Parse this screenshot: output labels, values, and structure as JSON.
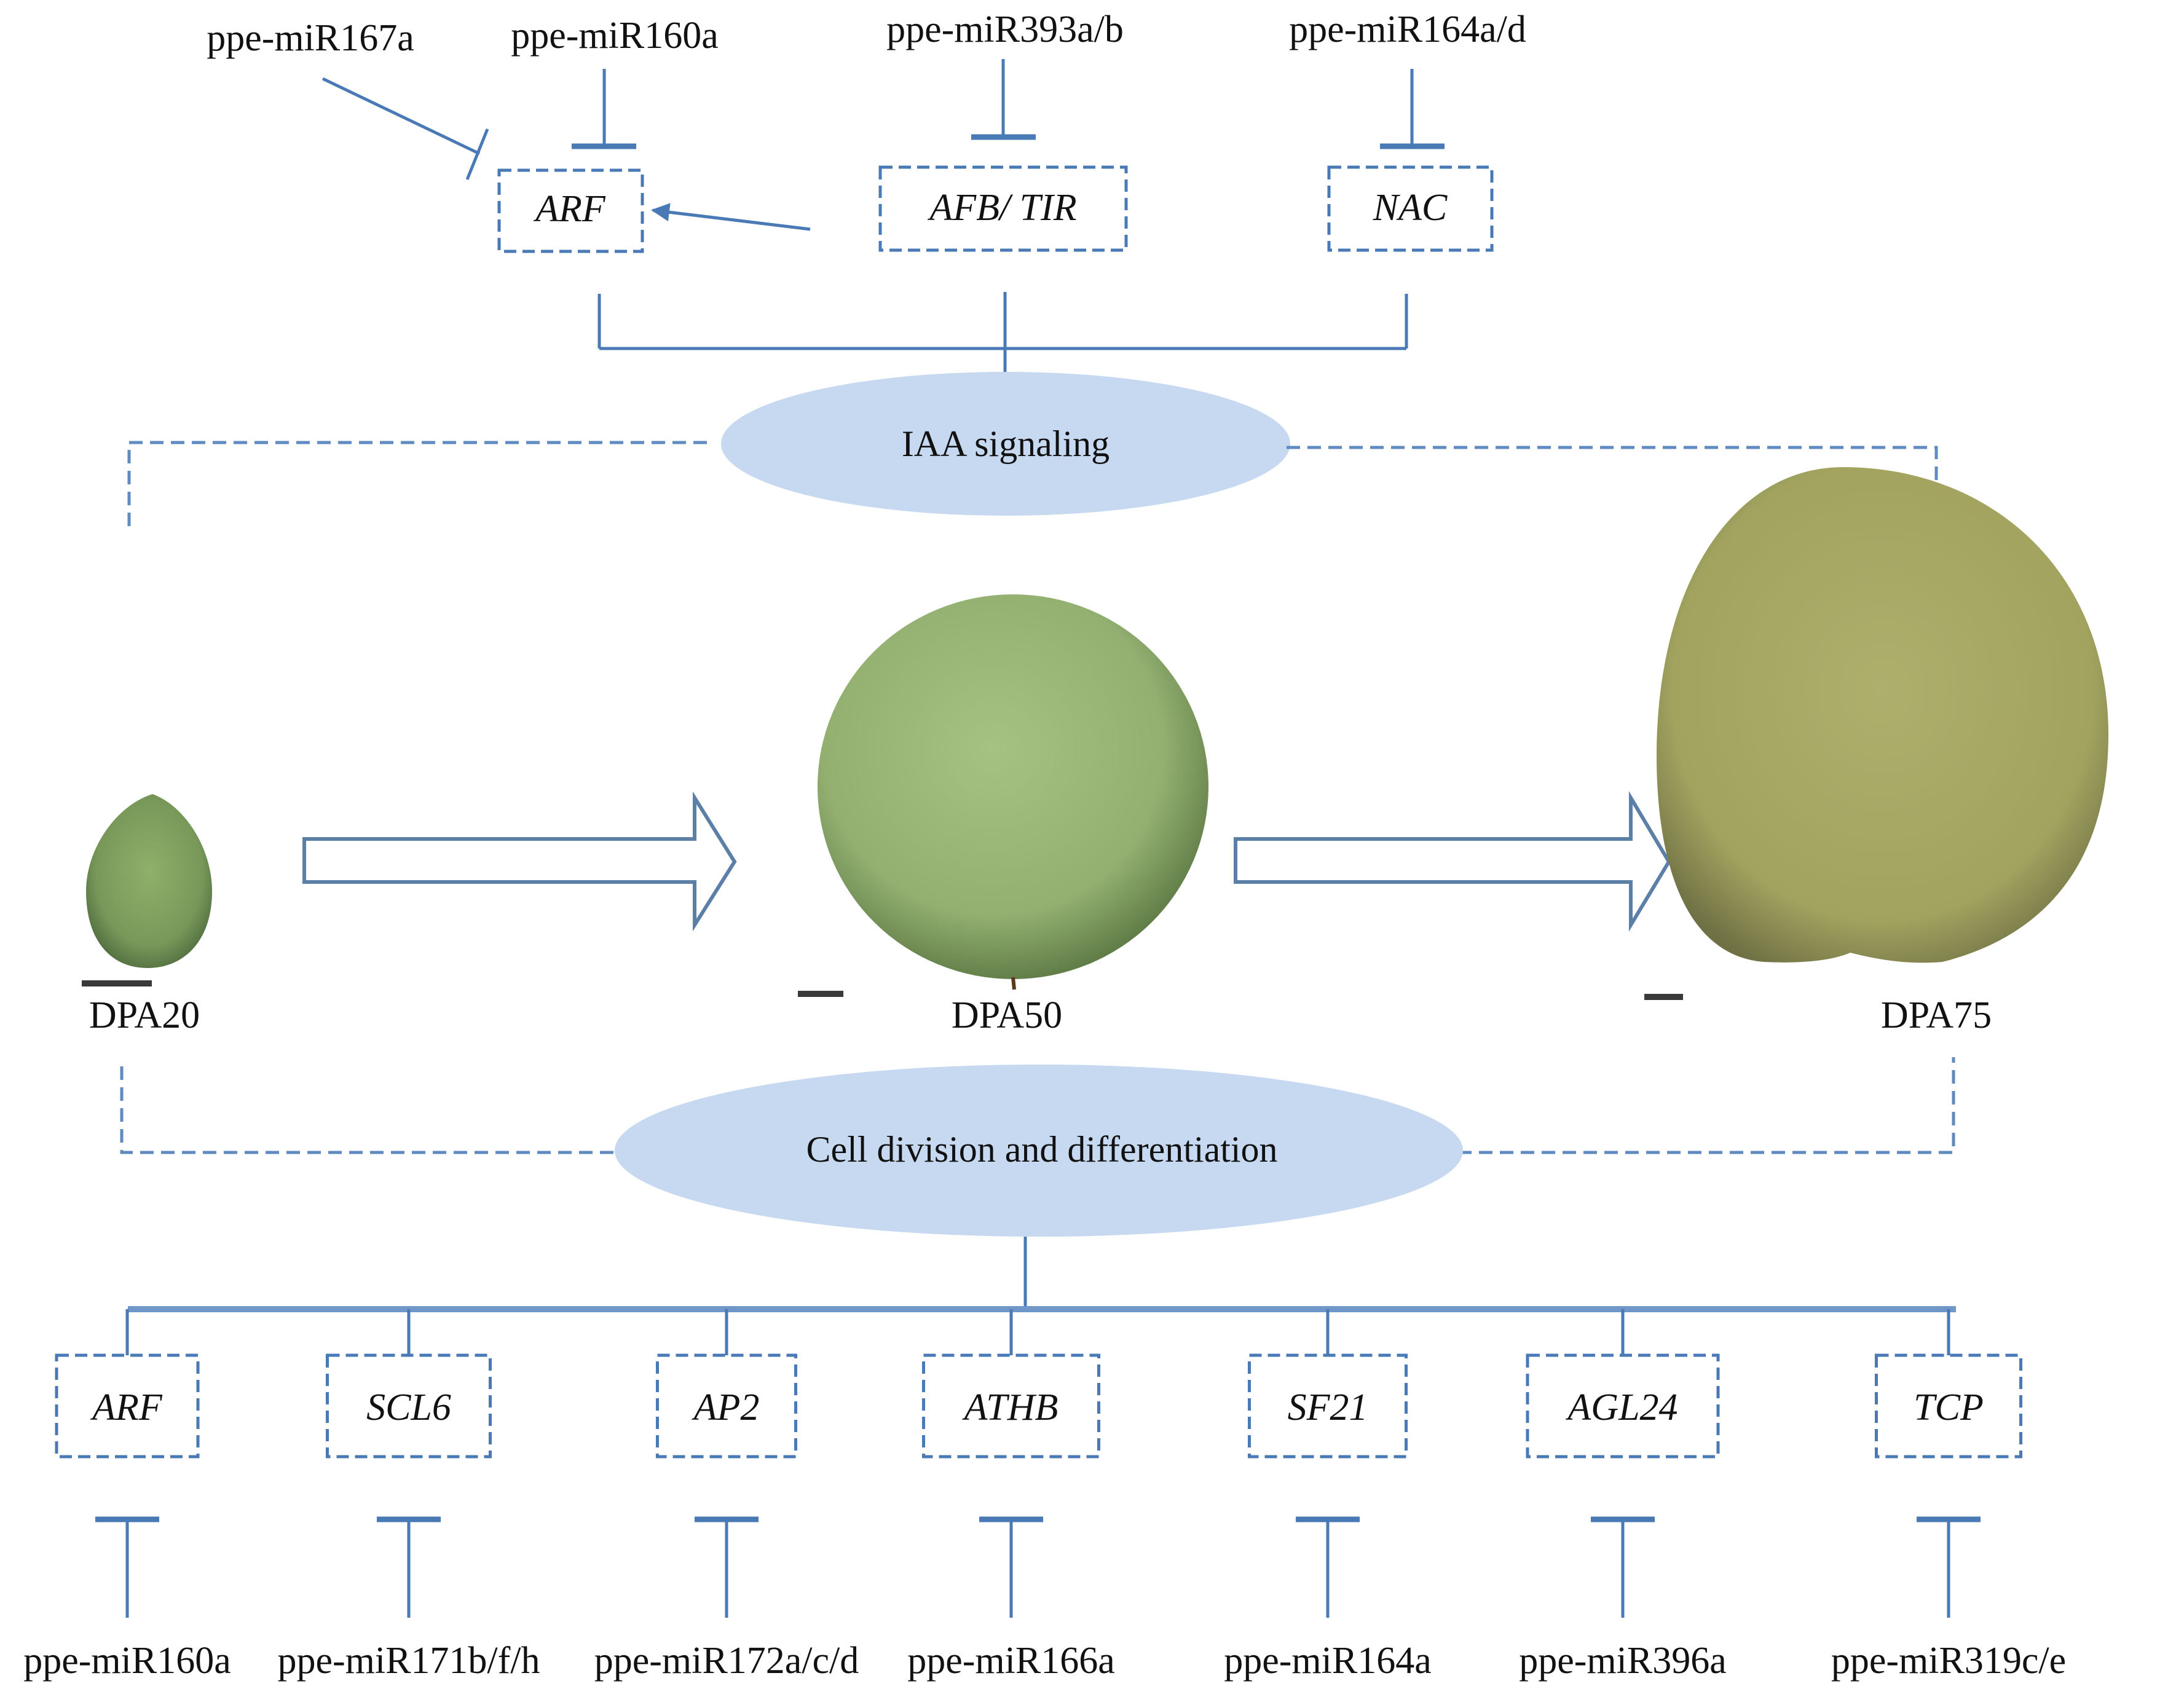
{
  "figure": {
    "colors": {
      "line": "#4a7ab5",
      "ellipse_fill": "#c6d9f0",
      "text": "#111111",
      "fruit_dpa20": "#7a9a5a",
      "fruit_dpa50": "#98b574",
      "fruit_dpa75": "#a6a864"
    },
    "iaa_signaling": {
      "label": "IAA signaling",
      "regulators": [
        {
          "mirna": "ppe-miR167a",
          "target": "ARF",
          "relation": "inhibits"
        },
        {
          "mirna": "ppe-miR160a",
          "target": "ARF",
          "relation": "inhibits"
        },
        {
          "mirna": "ppe-miR393a/b",
          "target": "AFB/ TIR",
          "relation": "inhibits"
        },
        {
          "mirna": "ppe-miR164a/d",
          "target": "NAC",
          "relation": "inhibits"
        }
      ],
      "genes": [
        "ARF",
        "AFB/ TIR",
        "NAC"
      ],
      "activation": {
        "from": "AFB/ TIR",
        "to": "ARF"
      }
    },
    "stages": [
      {
        "label": "DPA20"
      },
      {
        "label": "DPA50"
      },
      {
        "label": "DPA75"
      }
    ],
    "cell_division": {
      "label": "Cell division and differentiation",
      "targets": [
        {
          "gene": "ARF",
          "mirna": "ppe-miR160a"
        },
        {
          "gene": "SCL6",
          "mirna": "ppe-miR171b/f/h"
        },
        {
          "gene": "AP2",
          "mirna": "ppe-miR172a/c/d"
        },
        {
          "gene": "ATHB",
          "mirna": "ppe-miR166a"
        },
        {
          "gene": "SF21",
          "mirna": "ppe-miR164a"
        },
        {
          "gene": "AGL24",
          "mirna": "ppe-miR396a"
        },
        {
          "gene": "TCP",
          "mirna": "ppe-miR319c/e"
        }
      ]
    }
  }
}
